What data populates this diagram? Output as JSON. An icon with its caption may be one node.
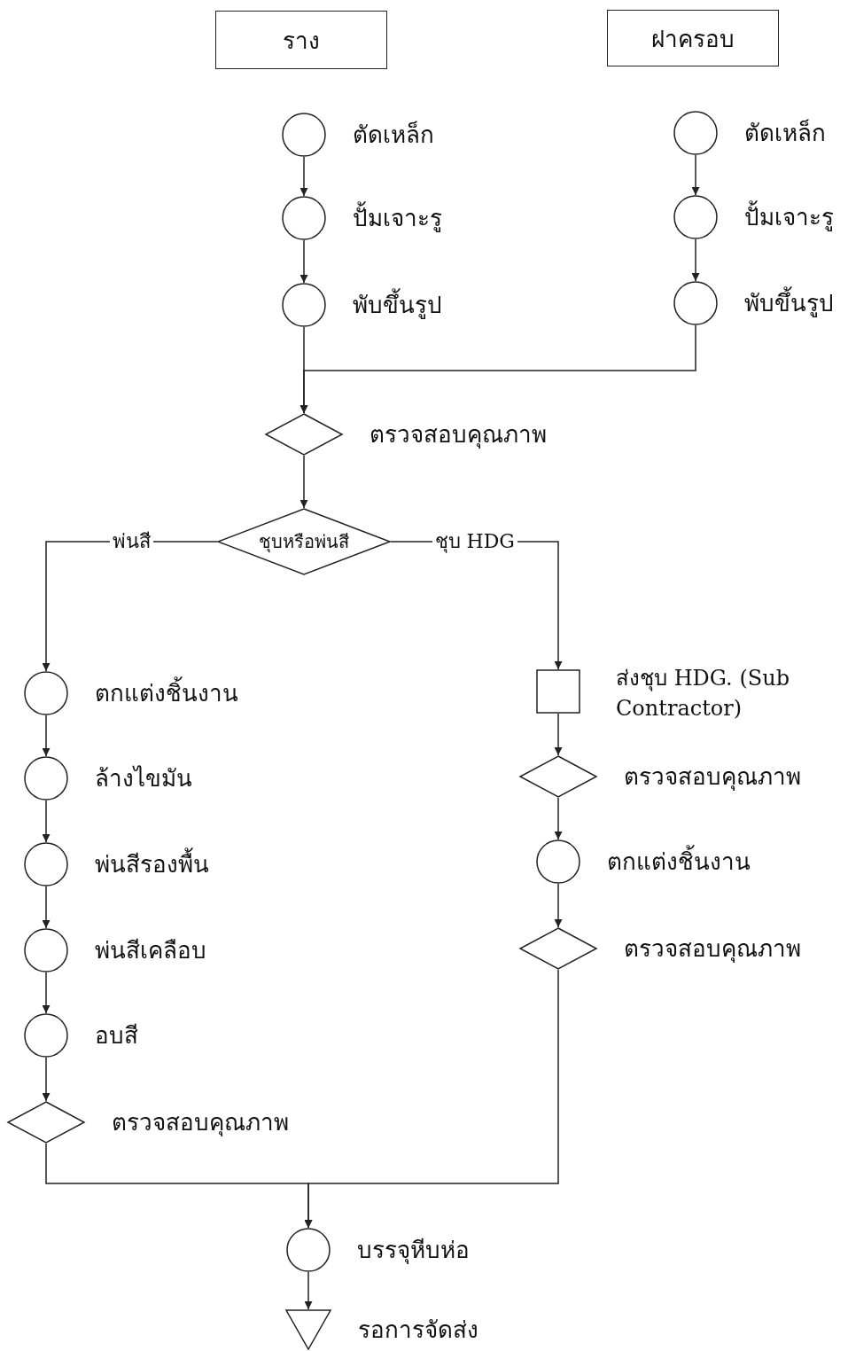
{
  "diagram": {
    "nodes": [
      {
        "text": [
          "ราง"
        ]
      },
      {
        "text": [
          "ฝาครอบ"
        ]
      },
      {
        "text": [],
        "shape": "circle",
        "beside": [
          "ตัดเหล็ก"
        ]
      },
      {
        "text": [],
        "shape": "circle",
        "beside": [
          "ปั้มเจาะรู"
        ]
      },
      {
        "text": [],
        "shape": "circle",
        "beside": [
          "พับขึ้นรูป"
        ]
      },
      {
        "text": [],
        "shape": "circle",
        "beside": [
          "ตัดเหล็ก"
        ]
      },
      {
        "text": [],
        "shape": "circle",
        "beside": [
          "ปั้มเจาะรู"
        ]
      },
      {
        "text": [],
        "shape": "circle",
        "beside": [
          "พับขึ้นรูป"
        ]
      },
      {
        "text": [],
        "shape": "diamond",
        "beside": [
          "ตรวจสอบคุณภาพ"
        ]
      },
      {
        "text": [
          "ชุบหรือพ่นสี"
        ]
      },
      {
        "text": [],
        "shape": "circle",
        "beside": [
          "ตกแต่งชิ้นงาน"
        ]
      },
      {
        "text": [],
        "shape": "circle",
        "beside": [
          "ล้างไขมัน"
        ]
      },
      {
        "text": [],
        "shape": "circle",
        "beside": [
          "พ่นสีรองพื้น"
        ]
      },
      {
        "text": [],
        "shape": "circle",
        "beside": [
          "พ่นสีเคลือบ"
        ]
      },
      {
        "text": [],
        "shape": "circle",
        "beside": [
          "อบสี"
        ]
      },
      {
        "text": [],
        "shape": "diamond",
        "beside": [
          "ตรวจสอบคุณภาพ"
        ]
      },
      {
        "text": [],
        "shape": "box",
        "beside": [
          "ส่งชุบ HDG. (Sub Contractor)"
        ]
      },
      {
        "text": [],
        "shape": "diamond",
        "beside": [
          "ตรวจสอบคุณภาพ"
        ]
      },
      {
        "text": [],
        "shape": "circle",
        "beside": [
          "ตกแต่งชิ้นงาน"
        ]
      },
      {
        "text": [],
        "shape": "diamond",
        "beside": [
          "ตรวจสอบคุณภาพ"
        ]
      },
      {
        "text": [],
        "shape": "circle",
        "beside": [
          "บรรจุหีบห่อ"
        ]
      },
      {
        "text": [],
        "shape": "triangle",
        "beside": [
          "รอการจัดส่ง"
        ]
      }
    ],
    "edges": [
      {
        "from": 2,
        "to": 3,
        "arrow": "to"
      },
      {
        "from": 3,
        "to": 4,
        "arrow": "to"
      },
      {
        "from": 4,
        "to": 8,
        "arrow": "to"
      },
      {
        "from": 5,
        "to": 6,
        "arrow": "to"
      },
      {
        "from": 6,
        "to": 7,
        "arrow": "to"
      },
      {
        "from": 7,
        "to": 8,
        "arrow": "to"
      },
      {
        "from": 8,
        "to": 9,
        "arrow": "to"
      },
      {
        "from": 9,
        "to": 10,
        "arrow": "to",
        "label": "พ่นสี"
      },
      {
        "from": 9,
        "to": 16,
        "arrow": "to",
        "label": "ชุบ HDG"
      },
      {
        "from": 10,
        "to": 11,
        "arrow": "to"
      },
      {
        "from": 11,
        "to": 12,
        "arrow": "to"
      },
      {
        "from": 12,
        "to": 13,
        "arrow": "to"
      },
      {
        "from": 13,
        "to": 14,
        "arrow": "to"
      },
      {
        "from": 14,
        "to": 15,
        "arrow": "to"
      },
      {
        "from": 16,
        "to": 17,
        "arrow": "to"
      },
      {
        "from": 17,
        "to": 18,
        "arrow": "to"
      },
      {
        "from": 18,
        "to": 19,
        "arrow": "to"
      },
      {
        "from": 15,
        "to": 20,
        "arrow": "to"
      },
      {
        "from": 19,
        "to": 20,
        "arrow": "to"
      },
      {
        "from": 20,
        "to": 21,
        "arrow": "to"
      }
    ]
  }
}
